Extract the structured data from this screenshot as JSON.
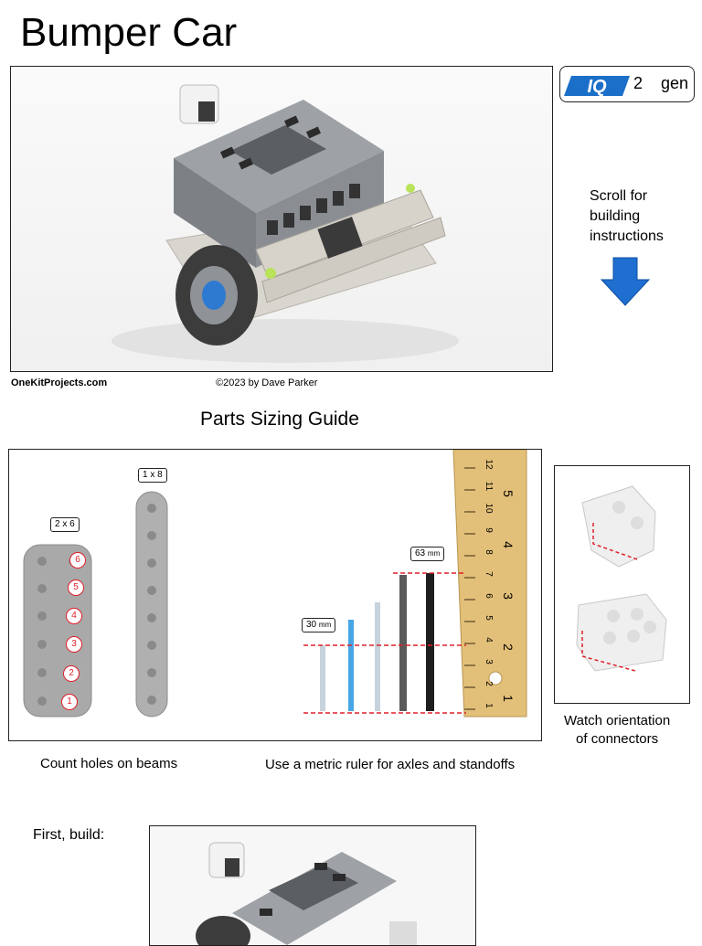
{
  "header": {
    "title": "Bumper Car"
  },
  "badge": {
    "logo": "IQ",
    "generation": "2",
    "gen_label": "gen"
  },
  "hero": {
    "site": "OneKitProjects.com",
    "copyright": "©2023 by Dave Parker"
  },
  "scroll_hint": {
    "lines": [
      "Scroll for",
      "building",
      "instructions"
    ],
    "arrow_color": "#1f6fd1"
  },
  "parts_guide": {
    "title": "Parts Sizing Guide",
    "beam_2x6_tag": "2 x 6",
    "beam_1x8_tag": "1 x 8",
    "hole_numbers": [
      "6",
      "5",
      "4",
      "3",
      "2",
      "1"
    ],
    "axle_30_tag": "30",
    "axle_63_tag": "63",
    "unit": "mm",
    "ruler_numbers": [
      "12",
      "11",
      "10",
      "9",
      "8",
      "7",
      "6",
      "5",
      "4",
      "3",
      "2",
      "1"
    ],
    "ruler_inches": [
      "5",
      "4",
      "3",
      "2",
      "1"
    ],
    "caption_beams": "Count holes on beams",
    "caption_ruler": "Use a metric ruler for axles and standoffs",
    "caption_connectors": [
      "Watch orientation",
      "of connectors"
    ]
  },
  "first_build": {
    "label": "First, build:"
  },
  "colors": {
    "brand_blue": "#1b6fc8",
    "dash_red": "#e0202a",
    "ruler_wood": "#e3c079",
    "beam_gray": "#a9a9a9"
  }
}
